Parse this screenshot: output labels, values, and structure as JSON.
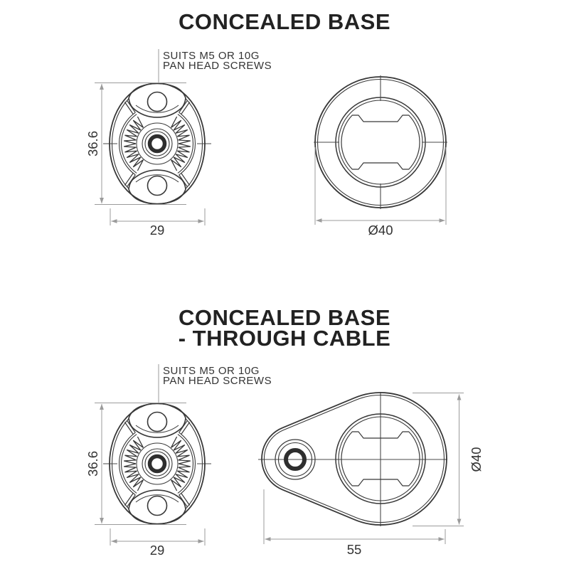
{
  "colors": {
    "background": "#ffffff",
    "line": "#383838",
    "dim_line": "#9b9b9b",
    "dim_text": "#333333",
    "text": "#222222"
  },
  "top_section": {
    "title": "CONCEALED BASE",
    "note": {
      "line1": "SUITS M5 OR 10G",
      "line2": "PAN HEAD SCREWS"
    },
    "front_view": {
      "height_dim": "36.6",
      "width_dim": "29"
    },
    "plan_view": {
      "diameter_dim": "Ø40"
    }
  },
  "bottom_section": {
    "title_line1": "CONCEALED BASE",
    "title_line2": "- THROUGH CABLE",
    "note": {
      "line1": "SUITS M5 OR 10G",
      "line2": "PAN HEAD SCREWS"
    },
    "front_view": {
      "height_dim": "36.6",
      "width_dim": "29"
    },
    "plan_view": {
      "width_dim": "55",
      "diameter_dim": "Ø40"
    }
  }
}
